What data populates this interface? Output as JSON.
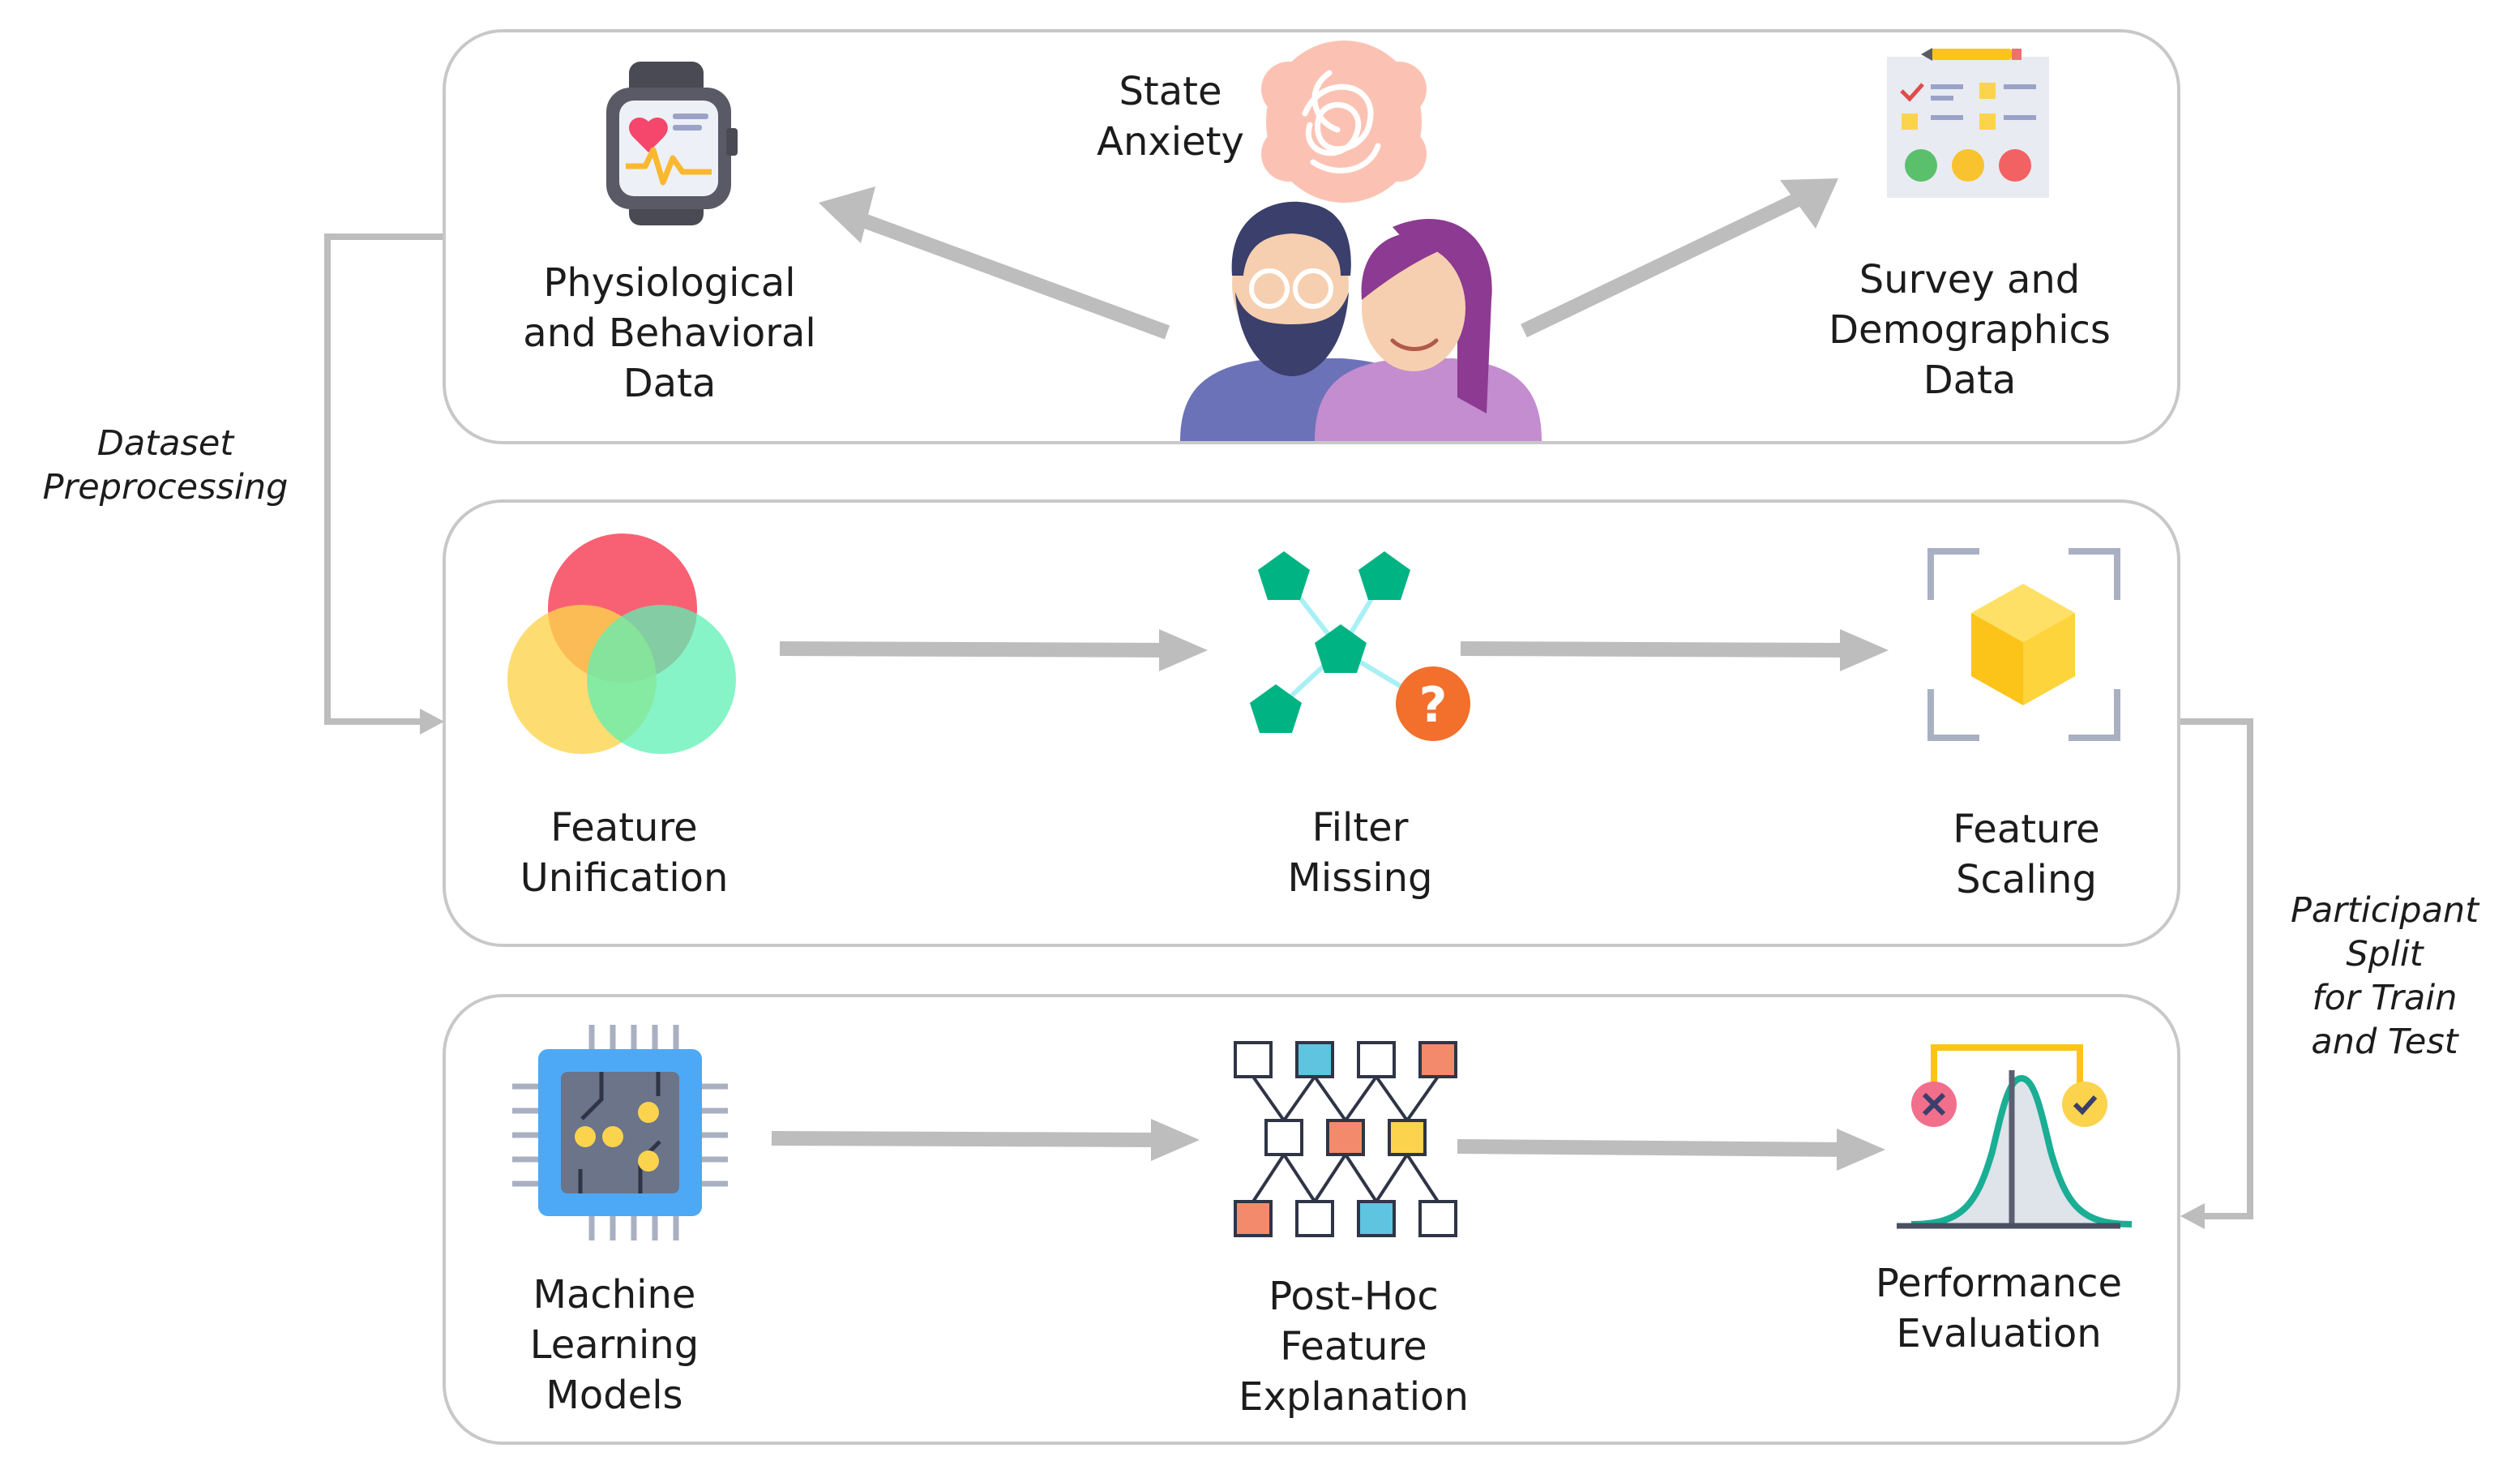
{
  "panels": {
    "data_sources": {
      "state_anxiety": [
        "State",
        "Anxiety"
      ],
      "physiological": [
        "Physiological",
        "and Behavioral",
        "Data"
      ],
      "survey": [
        "Survey and",
        "Demographics",
        "Data"
      ]
    },
    "preprocessing": {
      "unification": [
        "Feature",
        "Unification"
      ],
      "filter": [
        "Filter",
        "Missing"
      ],
      "scaling": [
        "Feature",
        "Scaling"
      ]
    },
    "modeling": {
      "ml": [
        "Machine",
        "Learning",
        "Models"
      ],
      "explanation": [
        "Post-Hoc",
        "Feature",
        "Explanation"
      ],
      "evaluation": [
        "Performance",
        "Evaluation"
      ]
    }
  },
  "connectors": {
    "dataset_preprocessing": [
      "Dataset",
      "Preprocessing"
    ],
    "participant_split": [
      "Participant",
      "Split",
      "for Train",
      "and Test"
    ]
  },
  "colors": {
    "panel_border": "#c8c8c8",
    "arrow": "#bdbdbd",
    "red": "#f8596b",
    "yellow": "#fcd34d",
    "green": "#5ef0b3",
    "teal": "#00b383",
    "orange": "#f26f2c",
    "chip_blue": "#4da9f5",
    "bell_teal": "#1aae94"
  },
  "icons": [
    "smartwatch-icon",
    "brain-icon",
    "people-icon",
    "survey-clipboard-icon",
    "venn-icon",
    "network-missing-icon",
    "cube-scaling-icon",
    "chip-icon",
    "feature-graph-icon",
    "bell-curve-icon"
  ]
}
